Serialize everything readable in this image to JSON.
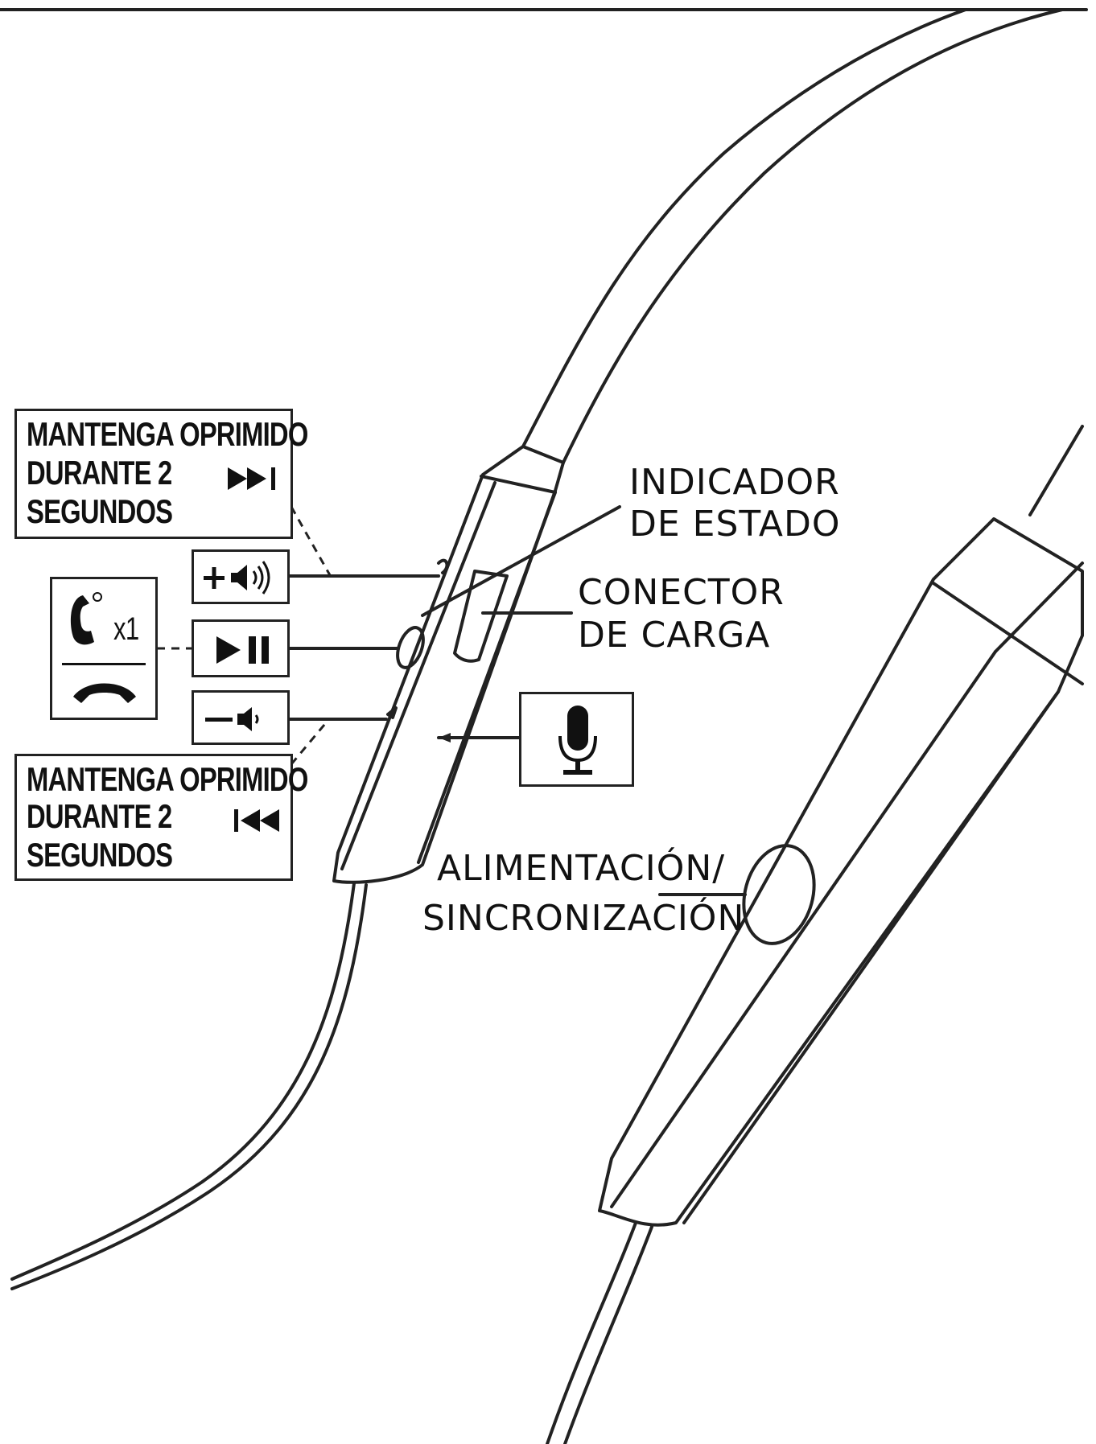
{
  "labels": {
    "status_indicator": [
      "INDICADOR",
      "DE ESTADO"
    ],
    "charge_connector": [
      "CONECTOR",
      "DE CARGA"
    ],
    "power_sync": [
      "ALIMENTACIÓN/",
      "SINCRONIZACIÓN"
    ]
  },
  "hold_boxes": {
    "next": [
      "MANTENGA OPRIMIDO",
      "DURANTE 2",
      "SEGUNDOS"
    ],
    "previous": [
      "MANTENGA OPRIMIDO",
      "DURANTE 2",
      "SEGUNDOS"
    ]
  },
  "call_box": {
    "multiplier": "x1"
  },
  "icons": {
    "next": "next-track-icon",
    "previous": "previous-track-icon",
    "volume_up": "volume-up-icon",
    "volume_down": "volume-down-icon",
    "play_pause": "play-pause-icon",
    "call_answer": "phone-answer-icon",
    "call_end": "phone-end-icon",
    "microphone": "microphone-icon"
  },
  "colors": {
    "line": "#222222",
    "background": "#ffffff"
  }
}
